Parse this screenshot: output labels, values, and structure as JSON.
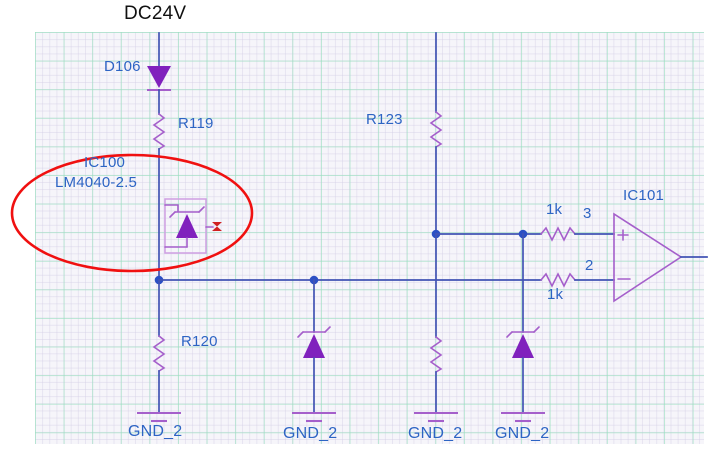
{
  "colors": {
    "wire": "#4253b4",
    "symbol": "#a55fcb",
    "symbol_light": "#cf9fe2",
    "symbol_fill": "#8021bd",
    "junction": "#2b4fc4",
    "label": "#2d64c4",
    "power_label": "#111111",
    "highlight": "#f01010",
    "no_connect": "#d02020",
    "grid_bg": "#f6f5fa"
  },
  "net_labels": {
    "power": "DC24V",
    "grounds": [
      "GND_2",
      "GND_2",
      "GND_2",
      "GND_2"
    ]
  },
  "components": {
    "d106": {
      "refdes": "D106",
      "type": "diode"
    },
    "r119": {
      "refdes": "R119",
      "type": "resistor"
    },
    "ic100": {
      "refdes": "IC100",
      "part": "LM4040-2.5",
      "type": "shunt-voltage-reference"
    },
    "r120": {
      "refdes": "R120",
      "type": "resistor"
    },
    "r123": {
      "refdes": "R123",
      "type": "resistor"
    },
    "r_unlabeled": {
      "type": "resistor"
    },
    "zener_mid": {
      "type": "zener-diode"
    },
    "zener_right": {
      "type": "zener-diode"
    },
    "r_pin3": {
      "value": "1k",
      "type": "resistor"
    },
    "r_pin2": {
      "value": "1k",
      "type": "resistor"
    },
    "ic101": {
      "refdes": "IC101",
      "type": "op-amp",
      "pin_noninv": "3",
      "pin_inv": "2",
      "polarity_marks": [
        "+",
        "-"
      ]
    }
  },
  "annotations": {
    "highlight_target": "IC100 LM4040-2.5"
  }
}
